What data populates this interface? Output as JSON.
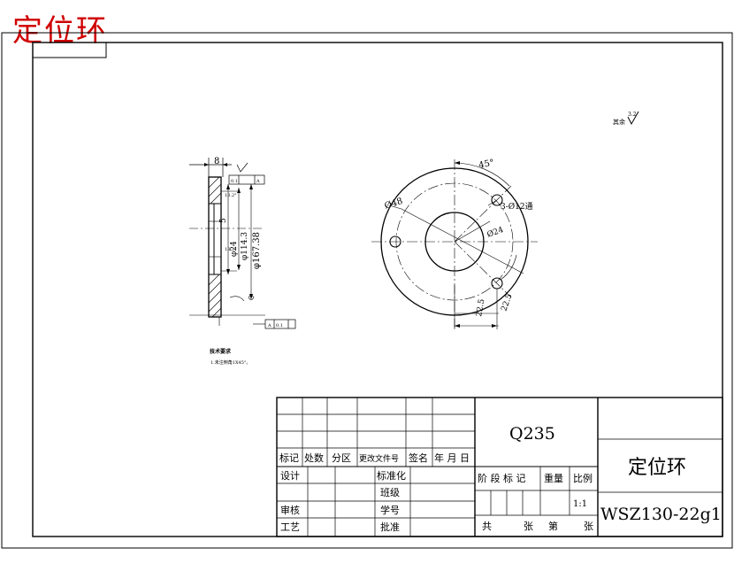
{
  "header": {
    "title": "定位环",
    "title_color": "#d00000"
  },
  "roughness_symbol_text": "其余",
  "side_view": {
    "dim_top": "8",
    "dim_d": "5",
    "dim_inner": "φ24",
    "dim_mid": "φ114.3",
    "dim_outer": "φ167.38",
    "tol_text": "0.1",
    "datum": "A",
    "label_small": "13.2°",
    "tech_title": "技术要求",
    "tech_line": "1.未注倒角1X45°。"
  },
  "front_view": {
    "dim_angle": "45°",
    "dim_outer": "Ø48",
    "dim_holes": "3-Ø12通",
    "dim_inner": "Ø24",
    "dim_b1": "22.5",
    "dim_b2": "22.5"
  },
  "title_block": {
    "material": "Q235",
    "part_name": "定位环",
    "drawing_no": "WSZ130-22g1",
    "scale": "1:1",
    "headers": [
      "标记",
      "处数",
      "分区",
      "更改文件号",
      "签名",
      "年 月 日"
    ],
    "design": "设计",
    "standardize": "标准化",
    "class": "班级",
    "review": "审核",
    "student_no": "学号",
    "process": "工艺",
    "approve": "批准",
    "stage_mark": "阶 段 标 记",
    "weight": "重量",
    "ratio": "比例",
    "total": "共",
    "sheets": "张",
    "page": "第",
    "sheet2": "张"
  }
}
